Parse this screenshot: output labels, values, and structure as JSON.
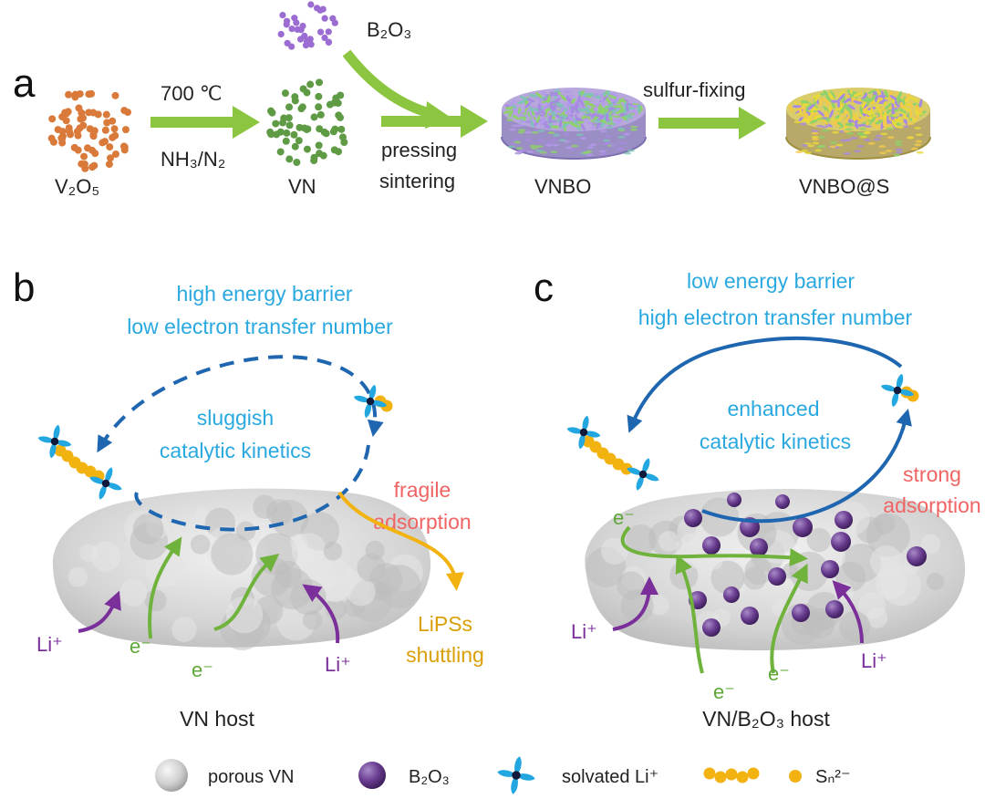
{
  "panels": {
    "a": {
      "letter": "a",
      "v2o5": "V₂O₅",
      "temp": "700 ℃",
      "gas": "NH₃/N₂",
      "vn": "VN",
      "b2o3": "B₂O₃",
      "pressing": "pressing",
      "sintering": "sintering",
      "vnbo": "VNBO",
      "sulfur_fixing": "sulfur-fixing",
      "vnbo_s": "VNBO@S"
    },
    "b": {
      "letter": "b",
      "line1": "high energy barrier",
      "line2": "low electron transfer number",
      "kin1": "sluggish",
      "kin2": "catalytic kinetics",
      "ads1": "fragile",
      "ads2": "adsorption",
      "shut1": "LiPSs",
      "shut2": "shuttling",
      "li_left": "Li⁺",
      "li_right": "Li⁺",
      "e1": "e⁻",
      "e2": "e⁻",
      "host": "VN host"
    },
    "c": {
      "letter": "c",
      "line1": "low energy barrier",
      "line2": "high electron transfer number",
      "kin1": "enhanced",
      "kin2": "catalytic kinetics",
      "ads1": "strong",
      "ads2": "adsorption",
      "li_left": "Li⁺",
      "li_right": "Li⁺",
      "e_top": "e⁻",
      "e1": "e⁻",
      "e2": "e⁻",
      "host": "VN/B₂O₃ host"
    }
  },
  "legend": {
    "porous_vn": "porous VN",
    "b2o3": "B₂O₃",
    "solvated_li": "solvated Li⁺",
    "sn": "Sₙ²⁻"
  },
  "colors": {
    "v2o5": "#d97a3a",
    "vn": "#5f9a45",
    "b2o3_dots": "#9b6cd1",
    "green_arrow": "#8cc640",
    "blue_text": "#2aa8e0",
    "dark_blue": "#1f66b0",
    "red_text": "#f06464",
    "purple": "#7a2f9a",
    "green_text": "#5fa838",
    "gold": "#f2b310",
    "gold_text": "#d9a00a"
  }
}
